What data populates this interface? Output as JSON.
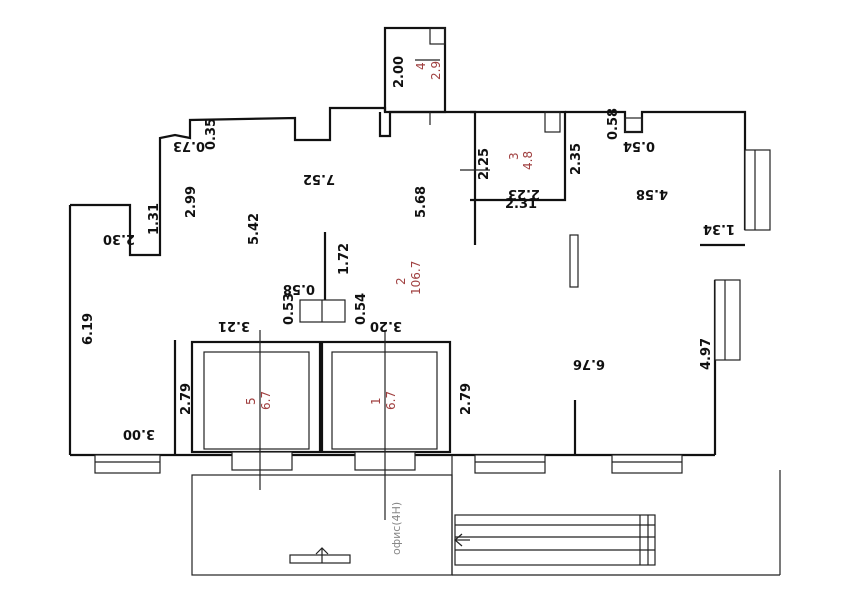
{
  "plan": {
    "rooms": [
      {
        "number": "1",
        "area": "6.7"
      },
      {
        "number": "2",
        "area": "106.7"
      },
      {
        "number": "3",
        "area": "4.8"
      },
      {
        "number": "4",
        "area": "2.9"
      },
      {
        "number": "5",
        "area": "6.7"
      }
    ],
    "dimensions": [
      "2.00",
      "0.35",
      "0.73",
      "7.52",
      "5.68",
      "2.25",
      "2.35",
      "0.58",
      "0.54",
      "4.58",
      "2.99",
      "2.30",
      "1.31",
      "5.42",
      "2.23",
      "2.31",
      "1.34",
      "1.72",
      "0.58",
      "0.53",
      "0.54",
      "3.21",
      "3.20",
      "6.19",
      "2.79",
      "6.76",
      "2.79",
      "4.97",
      "3.00"
    ],
    "entrance_label": "офис(4Н)"
  }
}
